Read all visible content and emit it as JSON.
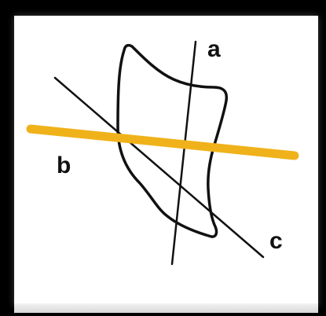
{
  "diagram": {
    "labels": {
      "a": "a",
      "b": "b",
      "c": "c"
    },
    "colors": {
      "background": "#000000",
      "panel": "#ffffff",
      "outline": "#111111",
      "line_b": "#f0b21a",
      "line_a": "#111111",
      "line_c": "#111111"
    }
  }
}
